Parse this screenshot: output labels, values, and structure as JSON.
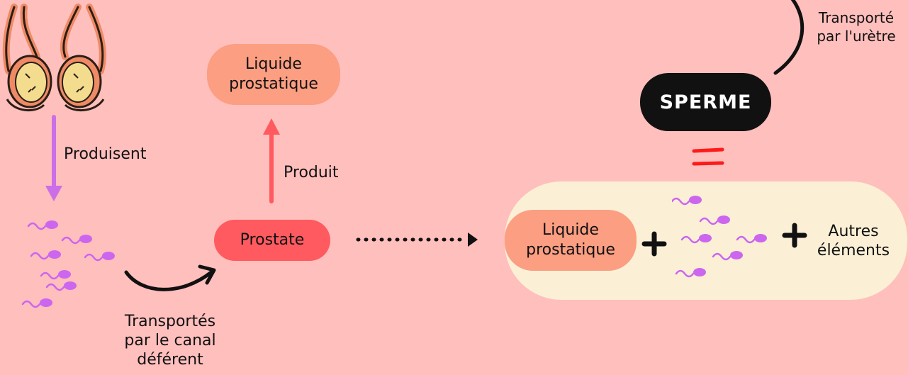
{
  "colors": {
    "background": "#ffbfbd",
    "liquide_pill": "#fc9e82",
    "prostate_pill": "#ff5a5f",
    "sperme_pill": "#111111",
    "mixture_panel": "#fbf0d6",
    "sperm_cell": "#cc66ee",
    "arrow_produisent": "#cc6ee8",
    "arrow_produit": "#ff5a5f",
    "equals_sign": "#ff1a1a"
  },
  "icons": {
    "testes": "testes-icon",
    "sperm": "sperm-cell-icon",
    "plus": "plus-icon"
  },
  "labels": {
    "produisent": "Produisent",
    "produit": "Produit",
    "transportes_canal": "Transportés\npar le canal\ndéférent",
    "transporte_uretre": "Transporté\npar l'urètre"
  },
  "nodes": {
    "liquide_top": "Liquide\nprostatique",
    "prostate": "Prostate",
    "sperme": "SPERME",
    "liquide_mix": "Liquide\nprostatique",
    "autres": "Autres\néléments"
  },
  "symbols": {
    "plus": "+",
    "equals": "="
  }
}
